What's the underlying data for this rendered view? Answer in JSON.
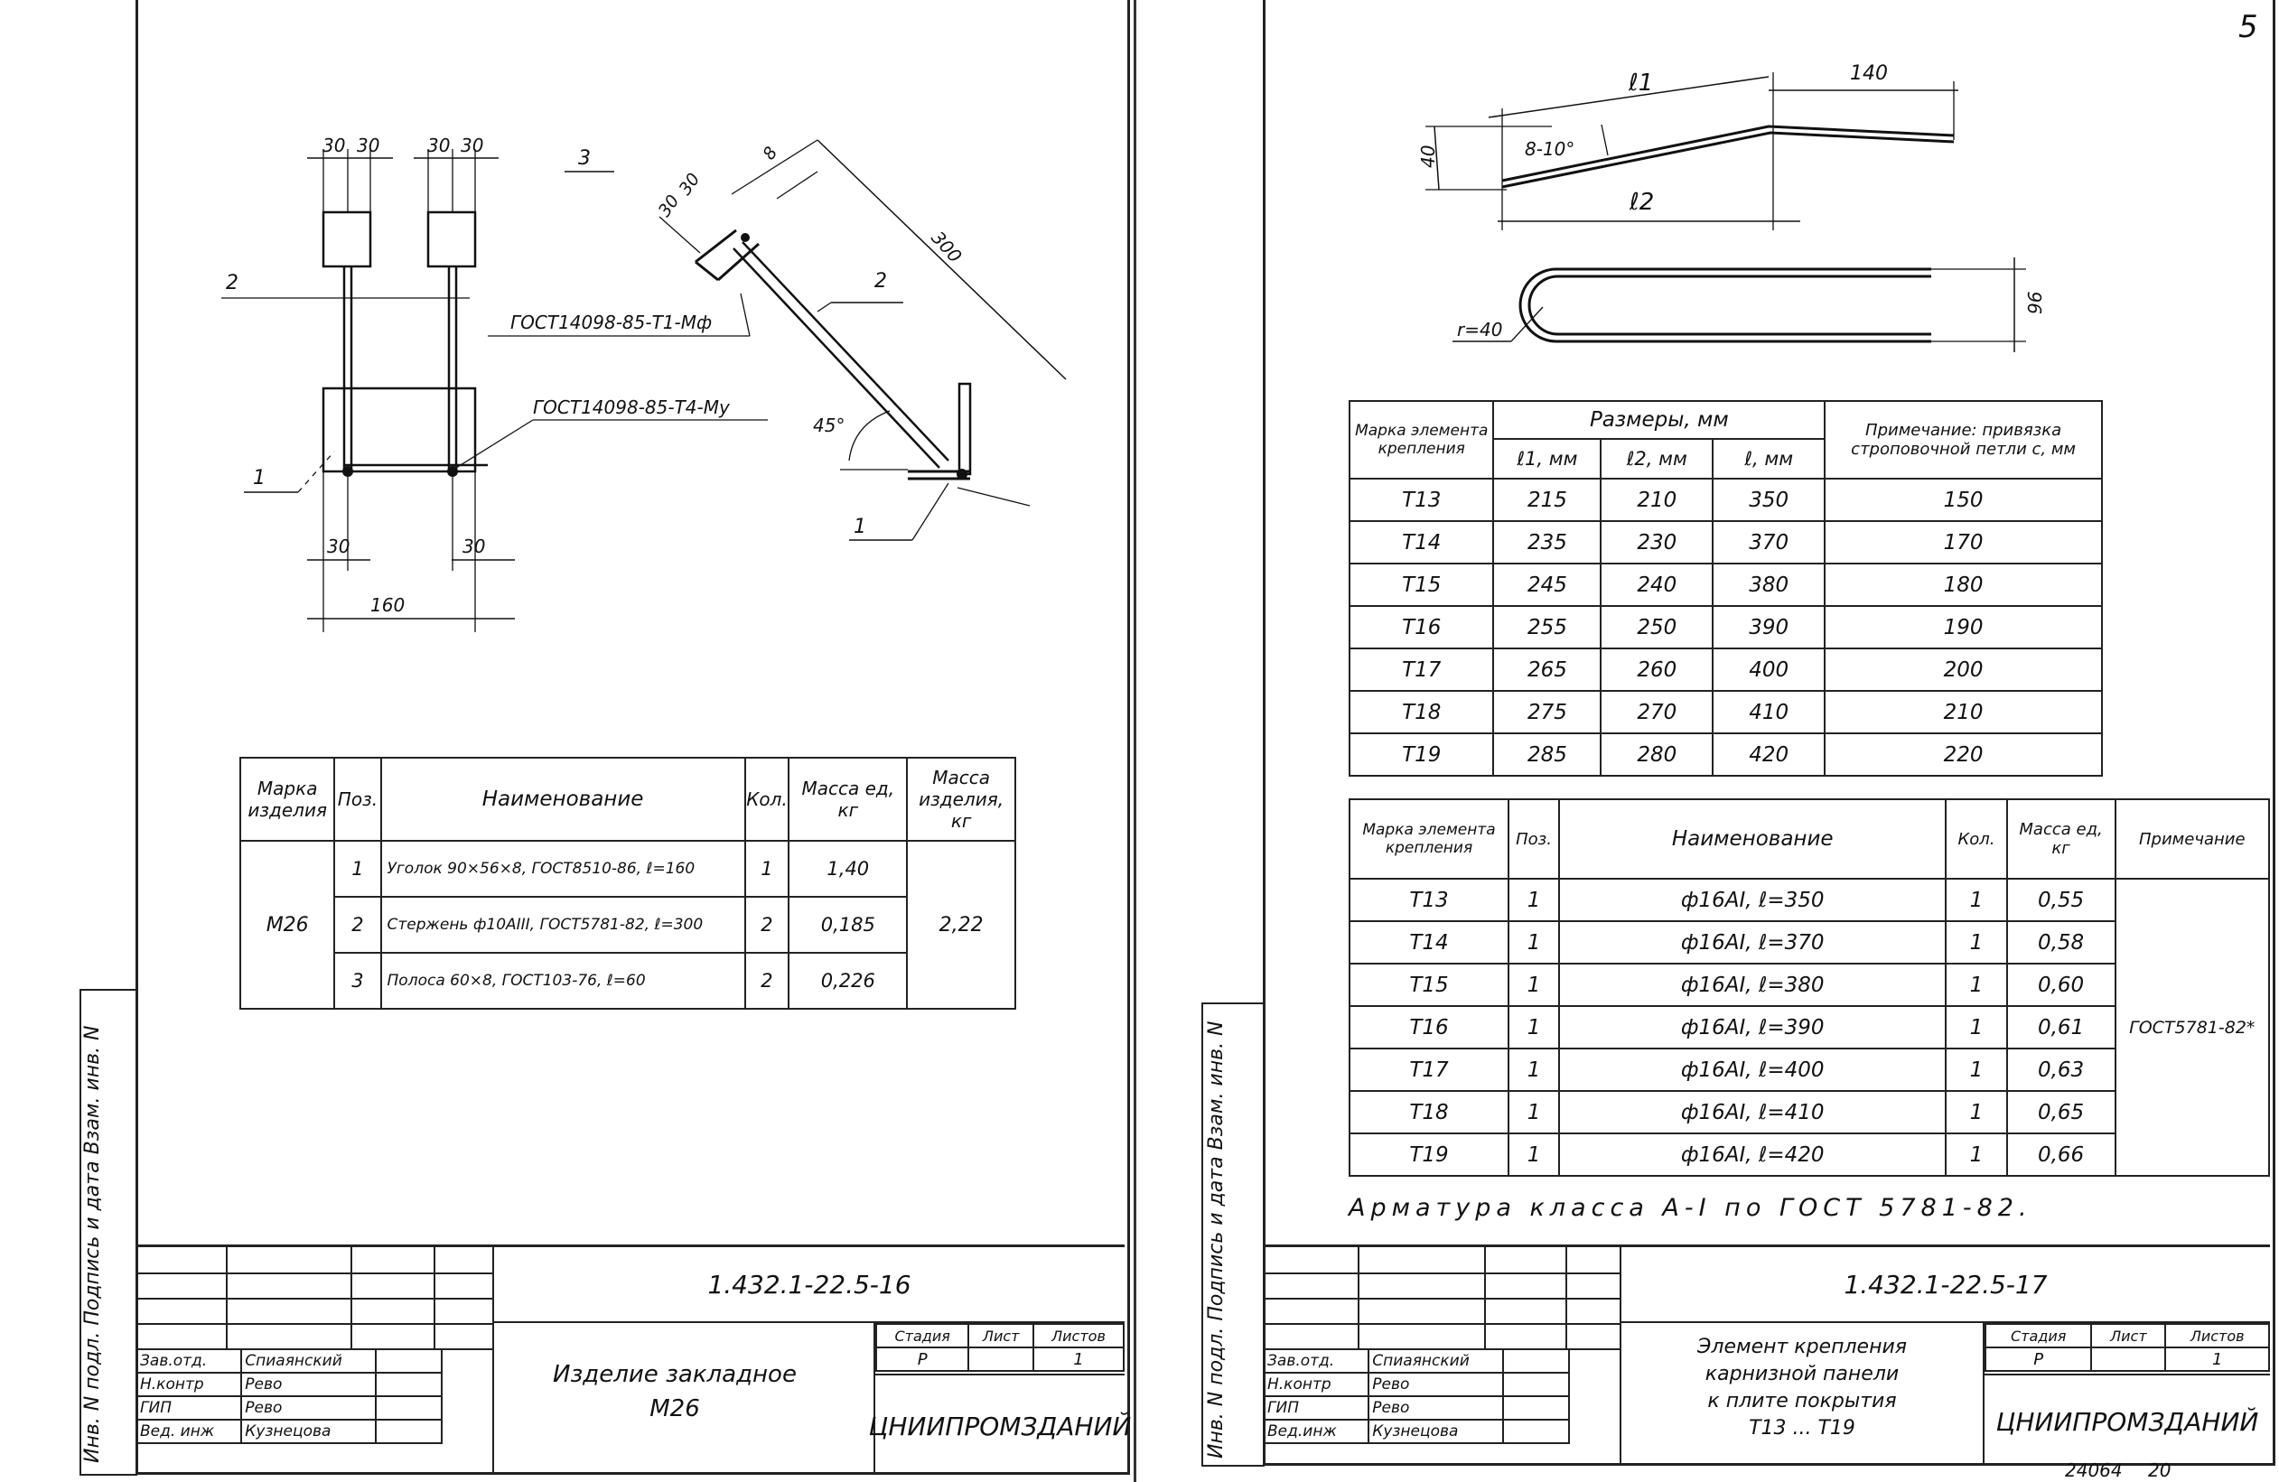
{
  "left_sheet": {
    "drawing": {
      "dims_top_a": [
        "30",
        "30"
      ],
      "dims_top_b": [
        "30",
        "30"
      ],
      "dim_bottom_a": "30",
      "dim_bottom_b": "30",
      "dim_total": "160",
      "pos_labels": [
        "1",
        "2",
        "3"
      ],
      "weld_note_1": "ГОСТ14098-85-Т1-Мф",
      "weld_note_2": "ГОСТ14098-85-Т4-Му",
      "angle": "45°",
      "side_dims": [
        "30",
        "30",
        "8",
        "300"
      ],
      "side_pos": [
        "1",
        "2"
      ]
    },
    "spec_table": {
      "headers": [
        "Марка изделия",
        "Поз.",
        "Наименование",
        "Кол.",
        "Масса ед, кг",
        "Масса изделия, кг"
      ],
      "mark": "М26",
      "total_mass": "2,22",
      "rows": [
        {
          "pos": "1",
          "name": "Уголок 90×56×8, ГОСТ8510-86, ℓ=160",
          "qty": "1",
          "mass": "1,40"
        },
        {
          "pos": "2",
          "name": "Стержень ф10АIII, ГОСТ5781-82, ℓ=300",
          "qty": "2",
          "mass": "0,185"
        },
        {
          "pos": "3",
          "name": "Полоса 60×8, ГОСТ103-76, ℓ=60",
          "qty": "2",
          "mass": "0,226"
        }
      ]
    },
    "title_block": {
      "code": "1.432.1-22.5-16",
      "title_line1": "Изделие закладное",
      "title_line2": "М26",
      "stage_labels": [
        "Стадия",
        "Лист",
        "Листов"
      ],
      "stage_values": [
        "Р",
        "",
        "1"
      ],
      "org": "ЦНИИПРОМЗДАНИЙ",
      "people": [
        {
          "role": "Зав.отд.",
          "name": "Спиаянский"
        },
        {
          "role": "Н.контр",
          "name": "Рево"
        },
        {
          "role": "ГИП",
          "name": "Рево"
        },
        {
          "role": "Вед. инж",
          "name": "Кузнецова"
        }
      ]
    },
    "side_strip": "Инв. N подл. Подпись и дата Взам. инв. N"
  },
  "right_sheet": {
    "corner_mark": "5",
    "drawing": {
      "dim_l1": "ℓ1",
      "dim_l2": "ℓ2",
      "dim_140": "140",
      "dim_40": "40",
      "angle": "8-10°",
      "dim_96": "96",
      "radius": "r=40"
    },
    "size_table": {
      "h_mark": "Марка элемента крепления",
      "h_sizes": "Размеры, мм",
      "h_l1": "ℓ1, мм",
      "h_l2": "ℓ2, мм",
      "h_l": "ℓ, мм",
      "h_note": "Примечание: привязка строповочной петли с, мм",
      "rows": [
        [
          "Т13",
          "215",
          "210",
          "350",
          "150"
        ],
        [
          "Т14",
          "235",
          "230",
          "370",
          "170"
        ],
        [
          "Т15",
          "245",
          "240",
          "380",
          "180"
        ],
        [
          "Т16",
          "255",
          "250",
          "390",
          "190"
        ],
        [
          "Т17",
          "265",
          "260",
          "400",
          "200"
        ],
        [
          "Т18",
          "275",
          "270",
          "410",
          "210"
        ],
        [
          "Т19",
          "285",
          "280",
          "420",
          "220"
        ]
      ]
    },
    "spec_table": {
      "headers": [
        "Марка элемента крепления",
        "Поз.",
        "Наименование",
        "Кол.",
        "Масса ед, кг",
        "Примечание"
      ],
      "note": "ГОСТ5781-82*",
      "rows": [
        [
          "Т13",
          "1",
          "ф16АI, ℓ=350",
          "1",
          "0,55"
        ],
        [
          "Т14",
          "1",
          "ф16АI, ℓ=370",
          "1",
          "0,58"
        ],
        [
          "Т15",
          "1",
          "ф16АI, ℓ=380",
          "1",
          "0,60"
        ],
        [
          "Т16",
          "1",
          "ф16АI, ℓ=390",
          "1",
          "0,61"
        ],
        [
          "Т17",
          "1",
          "ф16АI, ℓ=400",
          "1",
          "0,63"
        ],
        [
          "Т18",
          "1",
          "ф16АI, ℓ=410",
          "1",
          "0,65"
        ],
        [
          "Т19",
          "1",
          "ф16АI, ℓ=420",
          "1",
          "0,66"
        ]
      ]
    },
    "footnote": "Арматура класса А-I по ГОСТ 5781-82.",
    "title_block": {
      "code": "1.432.1-22.5-17",
      "title_lines": [
        "Элемент крепления",
        "карнизной панели",
        "к плите покрытия",
        "Т13 ... Т19"
      ],
      "stage_labels": [
        "Стадия",
        "Лист",
        "Листов"
      ],
      "stage_values": [
        "Р",
        "",
        "1"
      ],
      "org": "ЦНИИПРОМЗДАНИЙ",
      "people": [
        {
          "role": "Зав.отд.",
          "name": "Спиаянский"
        },
        {
          "role": "Н.контр",
          "name": "Рево"
        },
        {
          "role": "ГИП",
          "name": "Рево"
        },
        {
          "role": "Вед.инж",
          "name": "Кузнецова"
        }
      ]
    },
    "stamp_number": "24064",
    "stamp_page": "20",
    "side_strip": "Инв. N подл. Подпись и дата Взам. инв. N"
  }
}
